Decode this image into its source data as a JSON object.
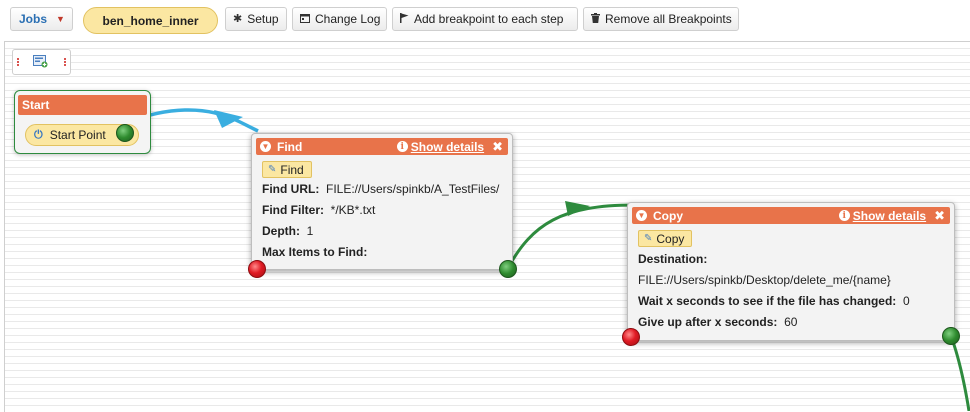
{
  "toolbar": {
    "jobs_label": "Jobs",
    "job_name": "ben_home_inner",
    "setup_label": "Setup",
    "change_log_label": "Change Log",
    "add_breakpoint_label": "Add breakpoint to each step",
    "remove_breakpoints_label": "Remove all Breakpoints"
  },
  "start_node": {
    "title": "Start",
    "start_point_label": "Start Point"
  },
  "find_node": {
    "title": "Find",
    "show_details": "Show details",
    "action_label": "Find",
    "fields": [
      {
        "label": "Find URL:",
        "value": "FILE://Users/spinkb/A_TestFiles/"
      },
      {
        "label": "Find Filter:",
        "value": "*/KB*.txt"
      },
      {
        "label": "Depth:",
        "value": "1"
      },
      {
        "label": "Max Items to Find:",
        "value": ""
      }
    ]
  },
  "copy_node": {
    "title": "Copy",
    "show_details": "Show details",
    "action_label": "Copy",
    "destination_label": "Destination:",
    "destination_value": "FILE://Users/spinkb/Desktop/delete_me/{name}",
    "fields": [
      {
        "label": "Wait x seconds to see if the file has changed:",
        "value": "0"
      },
      {
        "label": "Give up after x seconds:",
        "value": "60"
      }
    ]
  },
  "icons": {
    "jobs_caret": "chevron-down-icon",
    "setup": "gear-icon",
    "change_log": "calendar-icon",
    "add_breakpoint": "flag-icon",
    "remove_breakpoints": "trash-icon",
    "start_point": "power-icon",
    "collapse": "chevron-down-icon",
    "details": "info-icon",
    "close": "close-icon",
    "action": "pencil-icon"
  },
  "colors": {
    "node_header": "#e8734a",
    "job_pill": "#fbe7a2",
    "link_start_to_find": "#3aaee0",
    "link_success": "#2e8b3e",
    "port_fail": "#e01b24",
    "port_success": "#2e8b2e",
    "jobs_text": "#2a6fb3"
  }
}
